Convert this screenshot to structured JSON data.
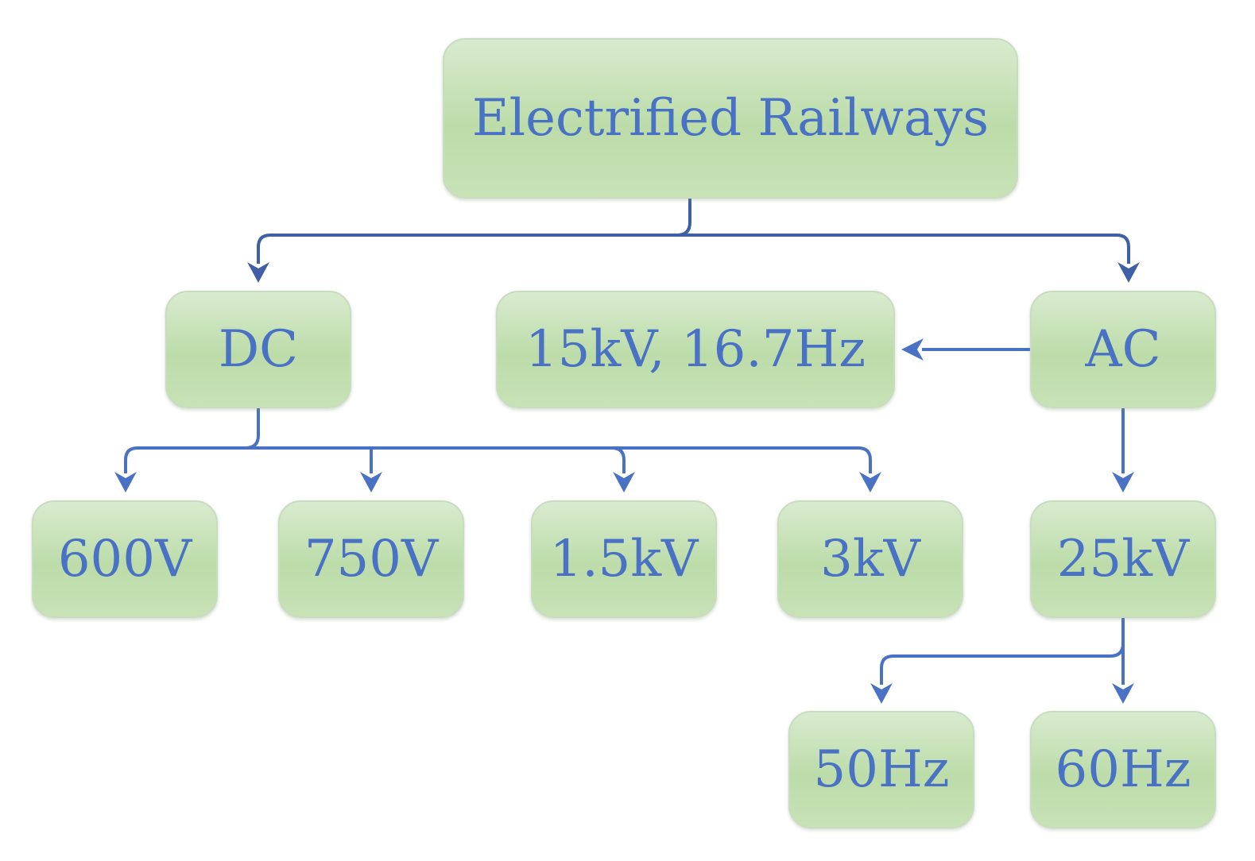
{
  "diagram": {
    "nodes": {
      "root": "Electrified Railways",
      "dc": "DC",
      "ac": "AC",
      "ac_15kv": "15kV, 16.7Hz",
      "dc_600v": "600V",
      "dc_750v": "750V",
      "dc_1500v": "1.5kV",
      "dc_3kv": "3kV",
      "ac_25kv": "25kV",
      "freq_50hz": "50Hz",
      "freq_60hz": "60Hz"
    },
    "edges": [
      {
        "from": "Electrified Railways",
        "to": "DC"
      },
      {
        "from": "Electrified Railways",
        "to": "AC"
      },
      {
        "from": "AC",
        "to": "15kV, 16.7Hz"
      },
      {
        "from": "DC",
        "to": "600V"
      },
      {
        "from": "DC",
        "to": "750V"
      },
      {
        "from": "DC",
        "to": "1.5kV"
      },
      {
        "from": "DC",
        "to": "3kV"
      },
      {
        "from": "AC",
        "to": "25kV"
      },
      {
        "from": "25kV",
        "to": "50Hz"
      },
      {
        "from": "25kV",
        "to": "60Hz"
      }
    ]
  },
  "colors": {
    "node_fill": "#bcdca9",
    "node_text": "#4a72c4",
    "connector": "#4a72c4",
    "connector_dark": "#3f5fa6"
  }
}
